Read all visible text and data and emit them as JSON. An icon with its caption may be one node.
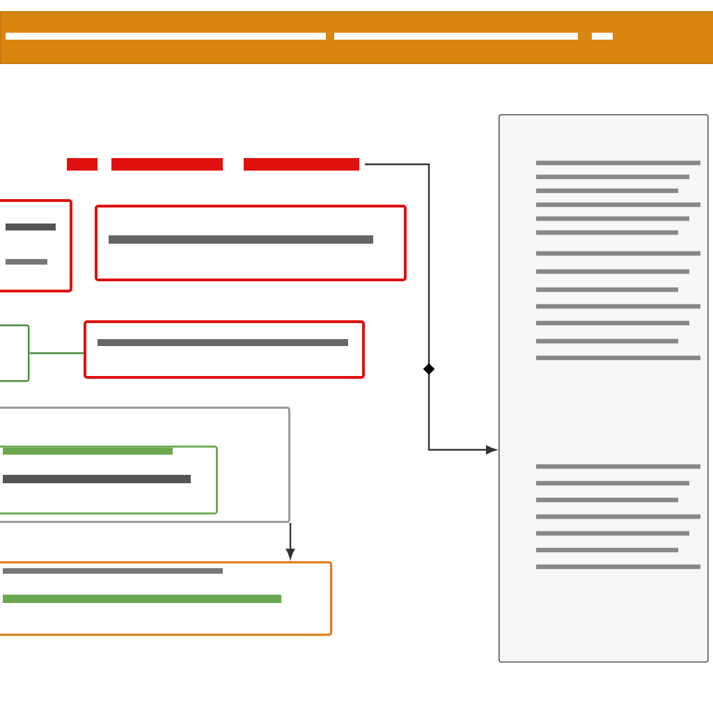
{
  "diagram": {
    "nodes": [
      {
        "text": [],
        "shape": "bar"
      },
      {
        "text": [],
        "shape": "box"
      },
      {
        "text": [],
        "shape": "box"
      },
      {
        "text": [],
        "shape": "box"
      },
      {
        "text": [],
        "shape": "box"
      },
      {
        "text": [],
        "shape": "box"
      },
      {
        "text": [],
        "shape": "box",
        "in": 5
      },
      {
        "text": [],
        "shape": "box"
      },
      {
        "text": [],
        "shape": "box"
      }
    ],
    "edges": [
      {
        "from": null,
        "to": 8,
        "arrow": "to"
      },
      {
        "from": 5,
        "to": 7,
        "arrow": "to"
      },
      {
        "from": 3,
        "to": 4,
        "arrow": "none",
        "color": "#4a8a3a"
      }
    ]
  }
}
